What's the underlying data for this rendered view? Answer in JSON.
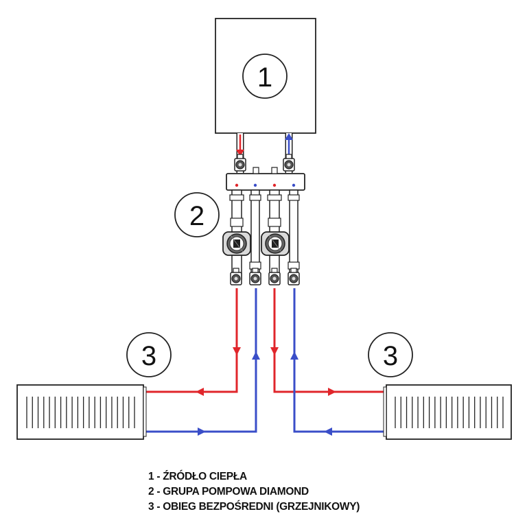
{
  "markers": {
    "source": "1",
    "pump_group": "2",
    "circuit_left": "3",
    "circuit_right": "3"
  },
  "legend": [
    "1 - ŹRÓDŁO CIEPŁA",
    "2 - GRUPA POMPOWA DIAMOND",
    "3 - OBIEG BEZPOŚREDNI (GRZEJNIKOWY)"
  ],
  "colors": {
    "supply": "#e0262b",
    "return": "#3a4ec8",
    "outline": "#222222"
  },
  "icons": {
    "pump": "circulation-pump-icon",
    "valve": "ball-valve-icon",
    "radiator": "radiator-icon",
    "boiler": "heat-source-icon"
  }
}
